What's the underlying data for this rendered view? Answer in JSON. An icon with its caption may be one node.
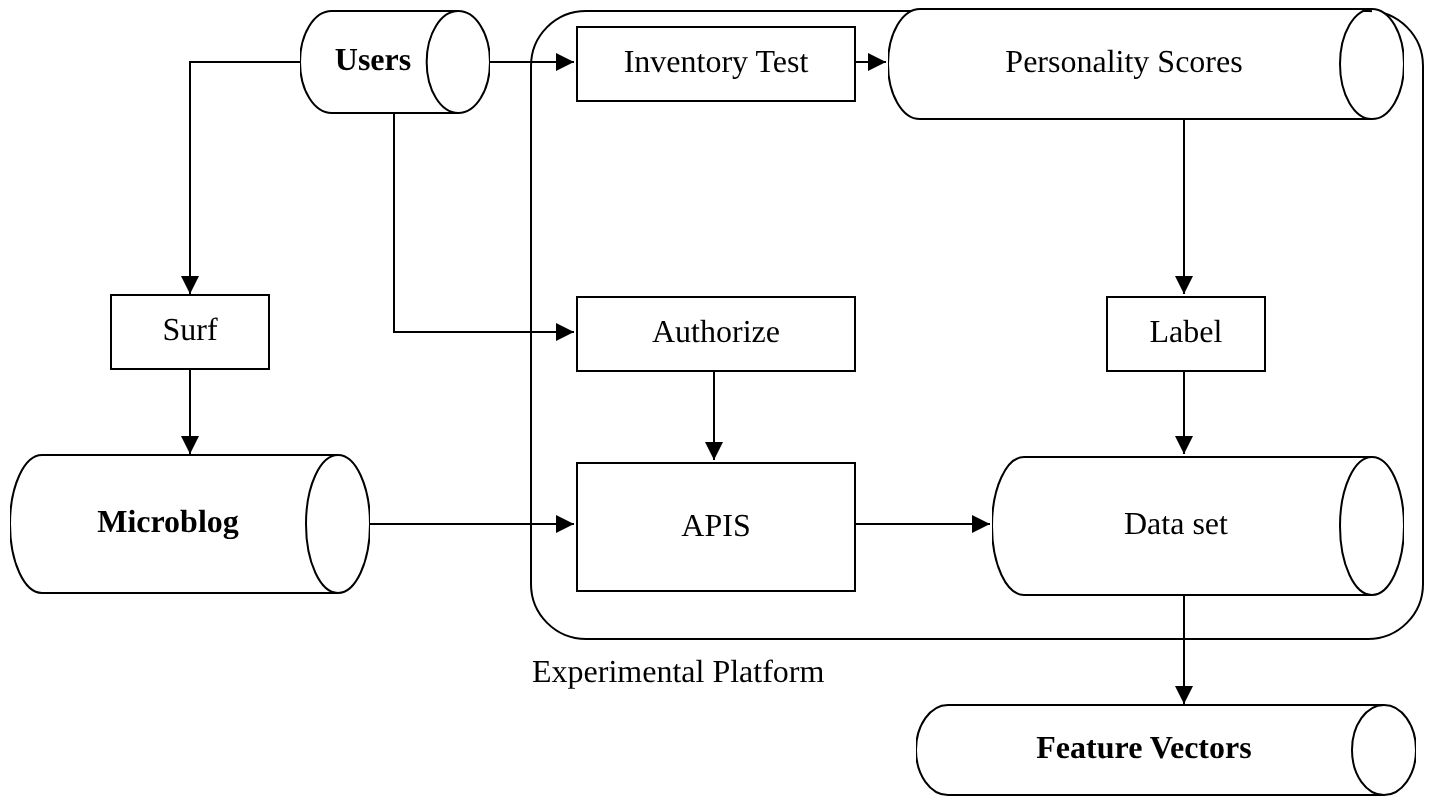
{
  "diagram": {
    "nodes": [
      {
        "text": [
          "Users"
        ]
      },
      {
        "text": [
          "Experimental Platform"
        ]
      },
      {
        "text": [
          "Inventory Test"
        ],
        "in": 1
      },
      {
        "text": [
          "Personality Scores"
        ],
        "in": 1
      },
      {
        "text": [
          "Surf"
        ]
      },
      {
        "text": [
          "Authorize"
        ],
        "in": 1
      },
      {
        "text": [
          "Label"
        ],
        "in": 1
      },
      {
        "text": [
          "Microblog"
        ]
      },
      {
        "text": [
          "APIS"
        ],
        "in": 1
      },
      {
        "text": [
          "Data set"
        ],
        "in": 1
      },
      {
        "text": [
          "Feature Vectors"
        ]
      }
    ],
    "edges": [
      {
        "from": 0,
        "to": 2,
        "arrow": "to"
      },
      {
        "from": 2,
        "to": 3,
        "arrow": "to"
      },
      {
        "from": 0,
        "to": 4,
        "arrow": "to"
      },
      {
        "from": 0,
        "to": 5,
        "arrow": "to"
      },
      {
        "from": 4,
        "to": 7,
        "arrow": "to"
      },
      {
        "from": 5,
        "to": 8,
        "arrow": "to"
      },
      {
        "from": 3,
        "to": 6,
        "arrow": "to"
      },
      {
        "from": 6,
        "to": 9,
        "arrow": "to"
      },
      {
        "from": 7,
        "to": 8,
        "arrow": "to"
      },
      {
        "from": 8,
        "to": 9,
        "arrow": "to"
      },
      {
        "from": 9,
        "to": 10,
        "arrow": "to"
      }
    ]
  }
}
